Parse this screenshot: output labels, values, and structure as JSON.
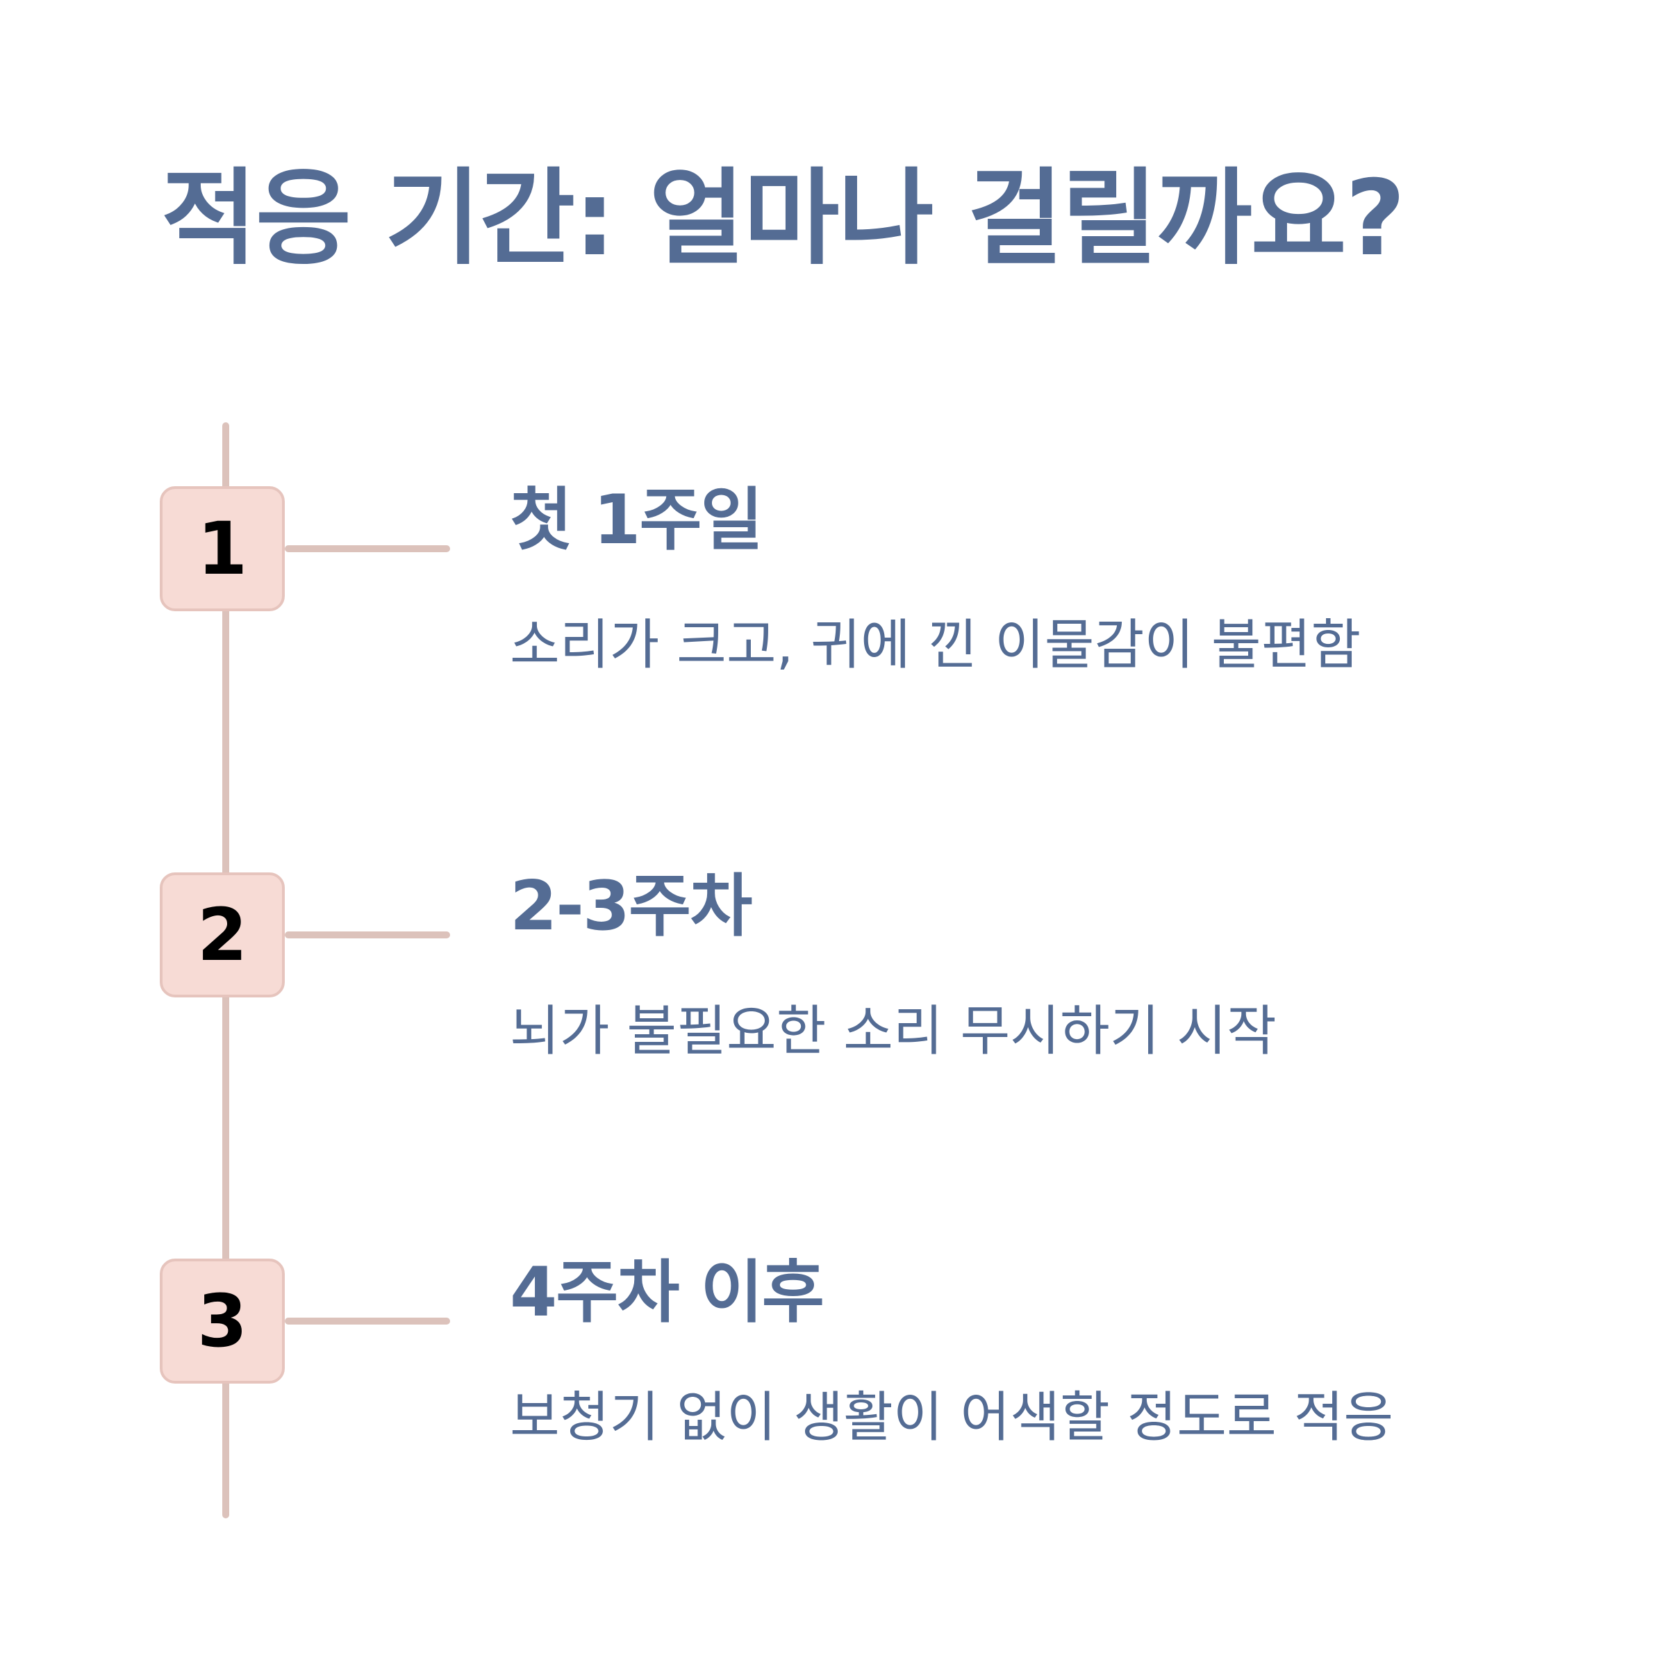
{
  "title": "적응 기간: 얼마나 걸릴까요?",
  "colors": {
    "text": "#546c94",
    "box_fill": "#f7dbd5",
    "box_border": "#e6c4bd",
    "line": "#dcc2bb",
    "number": "#000000",
    "background": "#ffffff"
  },
  "steps": [
    {
      "number": "1",
      "heading": "첫 1주일",
      "description": "소리가 크고, 귀에 낀 이물감이 불편함"
    },
    {
      "number": "2",
      "heading": "2-3주차",
      "description": "뇌가 불필요한 소리 무시하기 시작"
    },
    {
      "number": "3",
      "heading": "4주차 이후",
      "description": "보청기 없이 생활이 어색할 정도로 적응"
    }
  ]
}
